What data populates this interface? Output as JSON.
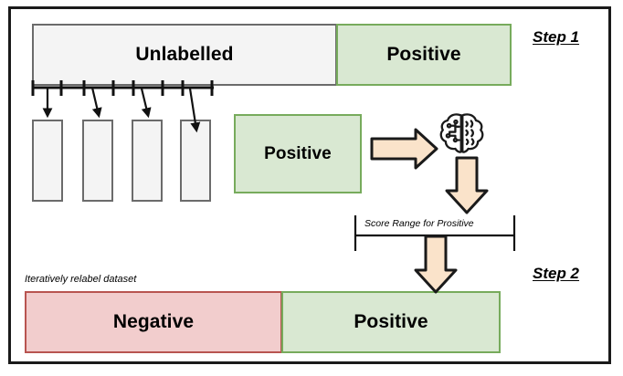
{
  "figure": {
    "title": "Two-step positive-unlabelled learning relabelling diagram",
    "colors": {
      "green_fill": "#d9e8d2",
      "green_stroke": "#77ab5c",
      "red_fill": "#f2cdcd",
      "red_stroke": "#b85450",
      "grey_fill": "#f4f4f4",
      "grey_stroke": "#6b6b6b",
      "arrow_fill": "#fae3ca",
      "arrow_stroke": "#1a1a1a",
      "frame_stroke": "#1a1a1a"
    }
  },
  "step1": {
    "label": "Step 1",
    "dataset_bar": {
      "unlabelled_label": "Unlabelled",
      "positive_label": "Positive"
    },
    "chunks_count": 4,
    "positive_subset_label": "Positive",
    "model_icon": "brain-icon",
    "feed_arrow_icon": "arrow-right-icon",
    "score_arrow_icon": "arrow-down-icon"
  },
  "step2": {
    "label": "Step 2",
    "score_range_label": "Score Range for Prositive",
    "relabel_note": "Iteratively relabel dataset",
    "relabelled_bar": {
      "negative_label": "Negative",
      "positive_label": "Positive"
    },
    "apply_arrow_icon": "arrow-down-icon"
  }
}
